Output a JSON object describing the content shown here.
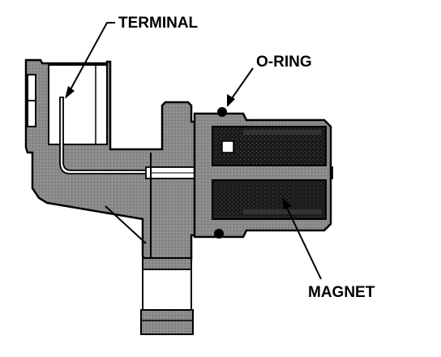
{
  "labels": {
    "terminal": "TERMINAL",
    "o_ring": "O-RING",
    "magnet": "MAGNET"
  },
  "colors": {
    "body_fill": "#8c8c8c",
    "dark_fill": "#1a1a1a",
    "outline": "#000000",
    "background": "#ffffff"
  }
}
